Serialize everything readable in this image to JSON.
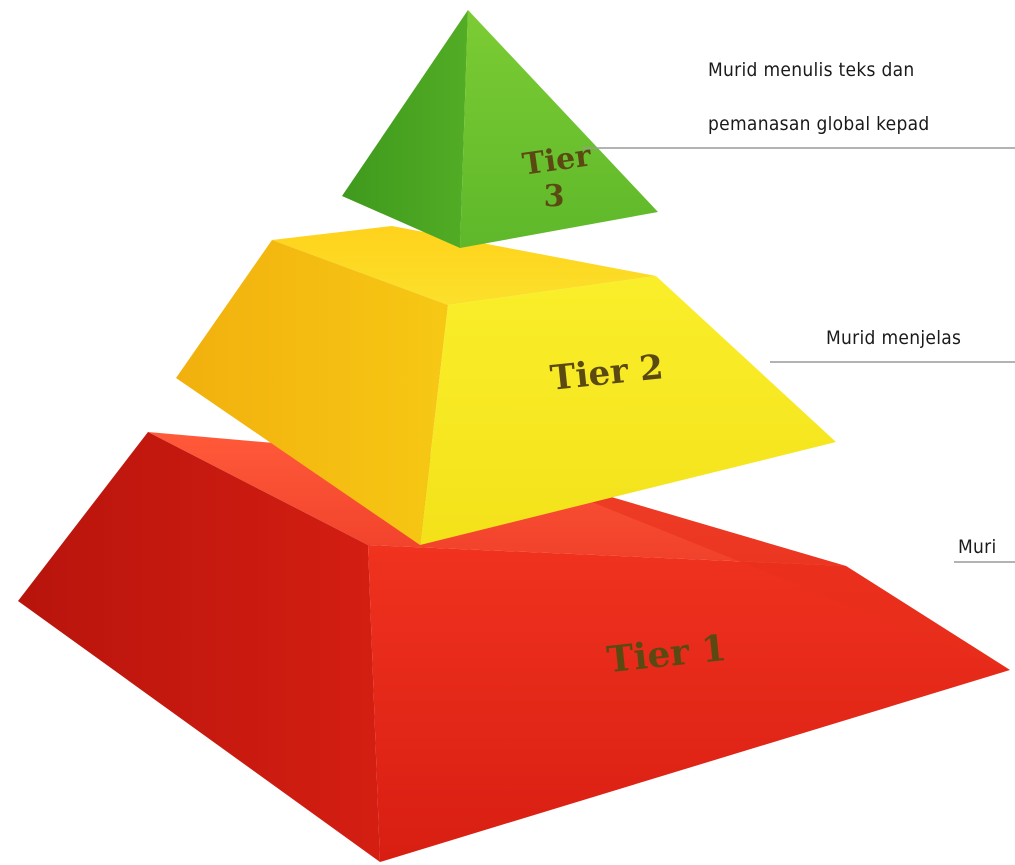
{
  "colors": {
    "tier1": "#e8231a",
    "tier2": "#f5e41f",
    "tier3": "#5fb82a",
    "label_text": "#5a4a12",
    "leader_line": "#9a9a9a"
  },
  "pyramid": {
    "tier3": {
      "label_line1": "Tier",
      "label_line2": "3",
      "description_line1": "Murid menulis teks dan",
      "description_line2": "pemanasan global kepad"
    },
    "tier2": {
      "label": "Tier 2",
      "description": "Murid menjelas"
    },
    "tier1": {
      "label": "Tier 1",
      "description": "Muri"
    }
  }
}
